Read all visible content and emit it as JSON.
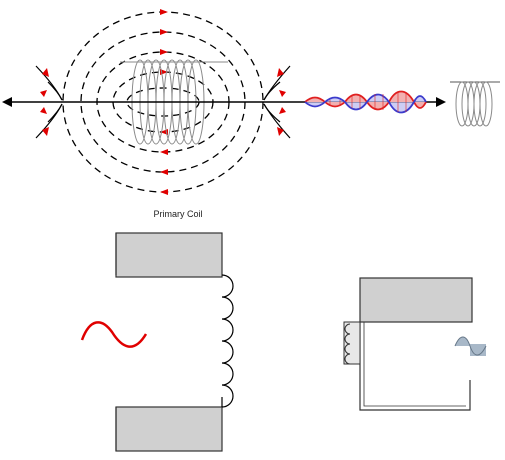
{
  "labels": {
    "primary_coil": "Primary Coil"
  },
  "colors": {
    "field_line": "#000000",
    "arrow_red": "#e00000",
    "wave_blue": "#3b3bcc",
    "wave_red": "#e02020",
    "wave_fill_red": "#f2b0b0",
    "wave_fill_blue": "#b8b8f0",
    "coil_grey": "#8a8a8a",
    "core_fill": "#d0d0d0",
    "source_sine": "#e00000",
    "secondary_sine_fill": "#a8b8c8"
  },
  "icons": {
    "axis_arrows": "double-headed-arrow",
    "ac_source": "sine-wave-symbol"
  }
}
